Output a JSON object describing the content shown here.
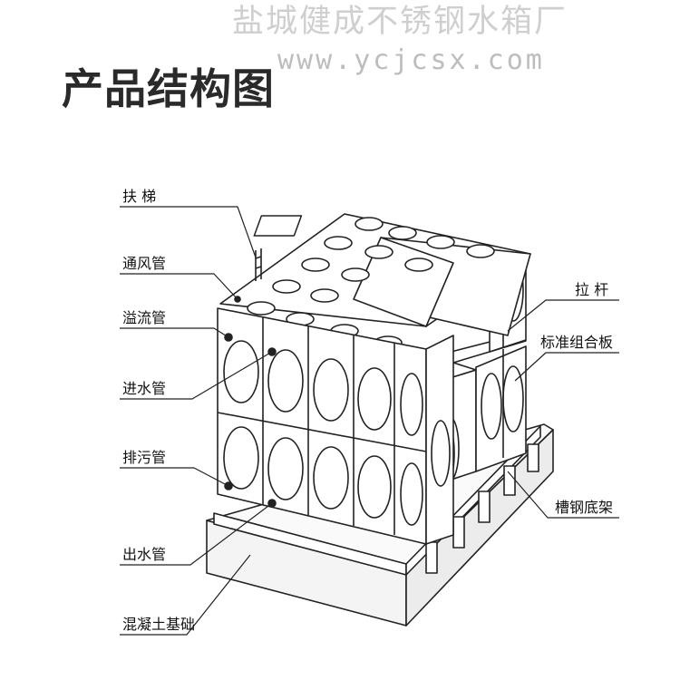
{
  "header": {
    "brand": "盐城健成不锈钢水箱厂",
    "url": "www.ycjcsx.com",
    "title": "产品结构图"
  },
  "labels": {
    "ladder": "扶 梯",
    "vent_pipe": "通风管",
    "overflow_pipe": "溢流管",
    "inlet_pipe": "进水管",
    "drain_pipe": "排污管",
    "outlet_pipe": "出水管",
    "concrete_base": "混凝土基础",
    "tie_rod": "拉 杆",
    "standard_panel": "标准组合板",
    "channel_steel_base": "槽钢底架"
  }
}
